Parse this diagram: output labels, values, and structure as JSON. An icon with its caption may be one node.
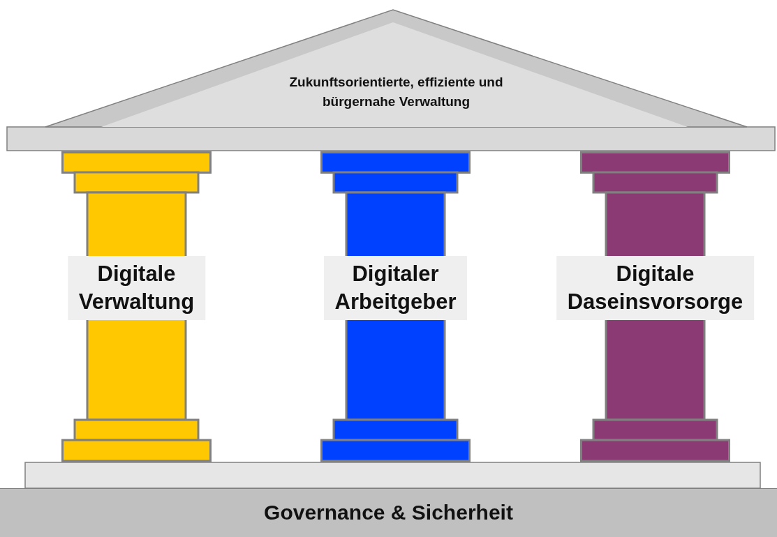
{
  "diagram": {
    "nodes": [
      {
        "text": [
          "Zukunftsorientierte, effiziente und bürgernahe Verwaltung"
        ]
      },
      {
        "text": [
          "Digitale Verwaltung"
        ]
      },
      {
        "text": [
          "Digitaler Arbeitgeber"
        ]
      },
      {
        "text": [
          "Digitale Daseinsvorsorge"
        ]
      },
      {
        "text": [
          "Governance & Sicherheit"
        ]
      }
    ]
  }
}
